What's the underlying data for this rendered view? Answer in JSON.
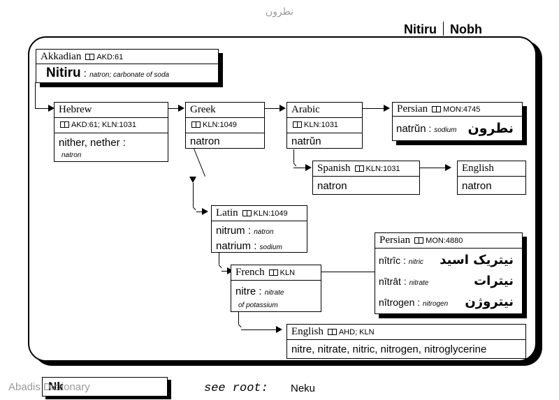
{
  "caption": "نطرون",
  "header": {
    "roots": [
      "Nitiru",
      "Nobh"
    ]
  },
  "nodes": {
    "akkadian": {
      "lang": "Akkadian",
      "ref": "AKD:61",
      "word": "Nitiru",
      "gloss": "natron; carbonate of soda"
    },
    "hebrew": {
      "lang": "Hebrew",
      "ref": "AKD:61; KLN:1031",
      "word": "nither, nether",
      "gloss": "natron"
    },
    "greek": {
      "lang": "Greek",
      "ref": "KLN:1049",
      "word": "natron"
    },
    "arabic": {
      "lang": "Arabic",
      "ref": "KLN:1031",
      "word": "natrŭn"
    },
    "persian1": {
      "lang": "Persian",
      "ref": "MON:4745",
      "word": "natrŭn",
      "gloss": "sodium",
      "native": "نطرون"
    },
    "spanish": {
      "lang": "Spanish",
      "ref": "KLN:1031",
      "word": "natron"
    },
    "english1": {
      "lang": "English",
      "word": "natron"
    },
    "latin": {
      "lang": "Latin",
      "ref": "KLN:1049",
      "words": [
        {
          "word": "nitrum",
          "gloss": "natron"
        },
        {
          "word": "natrium",
          "gloss": "sodium"
        }
      ]
    },
    "persian2": {
      "lang": "Persian",
      "ref": "MON:4880",
      "rows": [
        {
          "word": "nîtrîc",
          "gloss": "nitric",
          "native": "نیتریک اسید"
        },
        {
          "word": "nîtrât",
          "gloss": "nitrate",
          "native": "نیترات"
        },
        {
          "word": "nîtrogen",
          "gloss": "nitrogen",
          "native": "نیتروژن"
        }
      ]
    },
    "french": {
      "lang": "French",
      "ref": "KLN",
      "word": "nitre",
      "gloss1": "nitrate",
      "gloss2": "of potassium"
    },
    "english2": {
      "lang": "English",
      "ref": "AHD; KLN",
      "word": "nitre, nitrate, nitric, nitrogen, nitroglycerine"
    }
  },
  "footer": {
    "box_text": "Nk",
    "watermark": "Abadis Dictionary",
    "see_root_label": "see root:",
    "see_root_value": "Neku"
  }
}
